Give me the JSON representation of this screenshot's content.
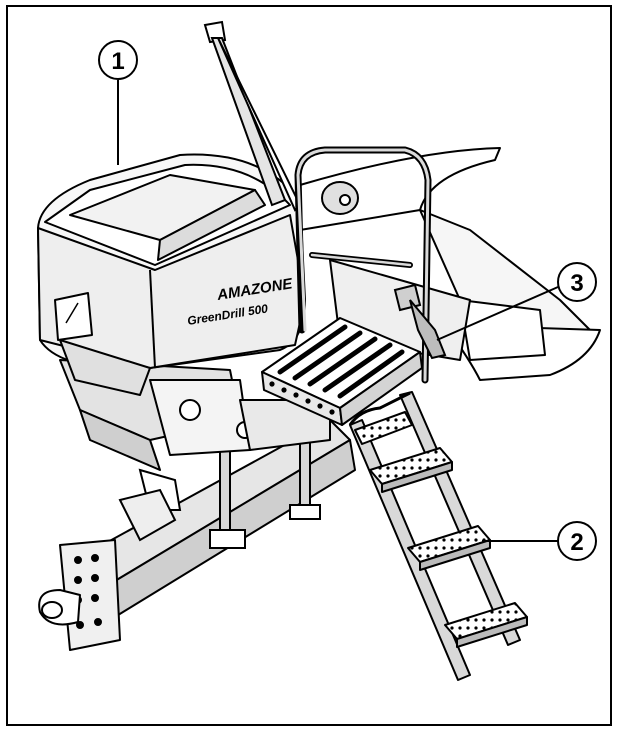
{
  "callouts": [
    {
      "number": "1",
      "part": "seed hopper"
    },
    {
      "number": "2",
      "part": "ladder"
    },
    {
      "number": "3",
      "part": "locking lever"
    }
  ],
  "hopper_brand": "AMAZONE",
  "hopper_model": "GreenDrill 500",
  "colors": {
    "line": "#000000",
    "fill_light": "#f3f3f3",
    "fill_mid": "#d9d9d9",
    "fill_dark": "#bdbdbd"
  }
}
